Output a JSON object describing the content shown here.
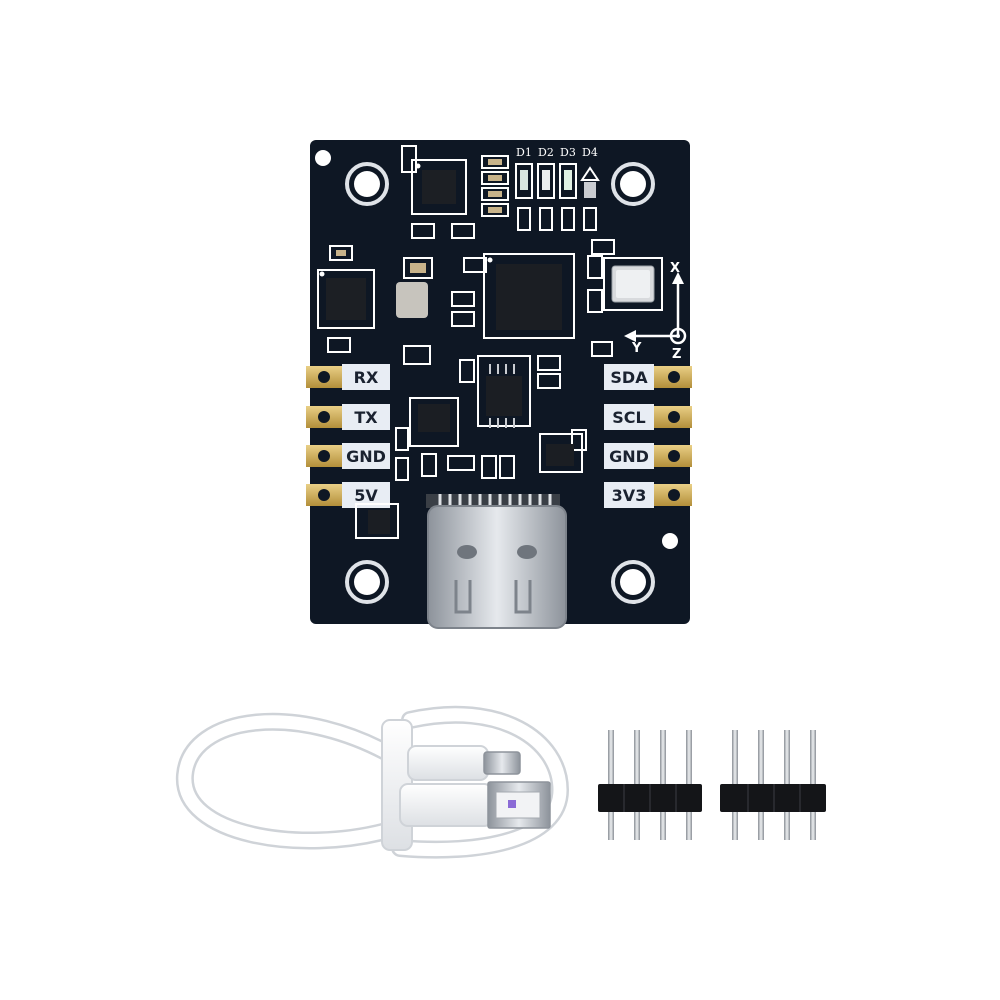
{
  "board": {
    "left_pins": [
      "RX",
      "TX",
      "GND",
      "5V"
    ],
    "right_pins": [
      "SDA",
      "SCL",
      "GND",
      "3V3"
    ],
    "led_labels": [
      "D1",
      "D2",
      "D3",
      "D4"
    ],
    "axis_labels": [
      "X",
      "Y",
      "Z"
    ],
    "colors": {
      "pcb": "#0e1724",
      "silkscreen": "#ffffff",
      "gold_pad": "#d4b15a",
      "label_bg": "#e8edf4"
    }
  },
  "accessories": {
    "cable": "usb-c-to-usb-a-cable",
    "headers": [
      "4-pin-male-header",
      "4-pin-male-header"
    ]
  }
}
